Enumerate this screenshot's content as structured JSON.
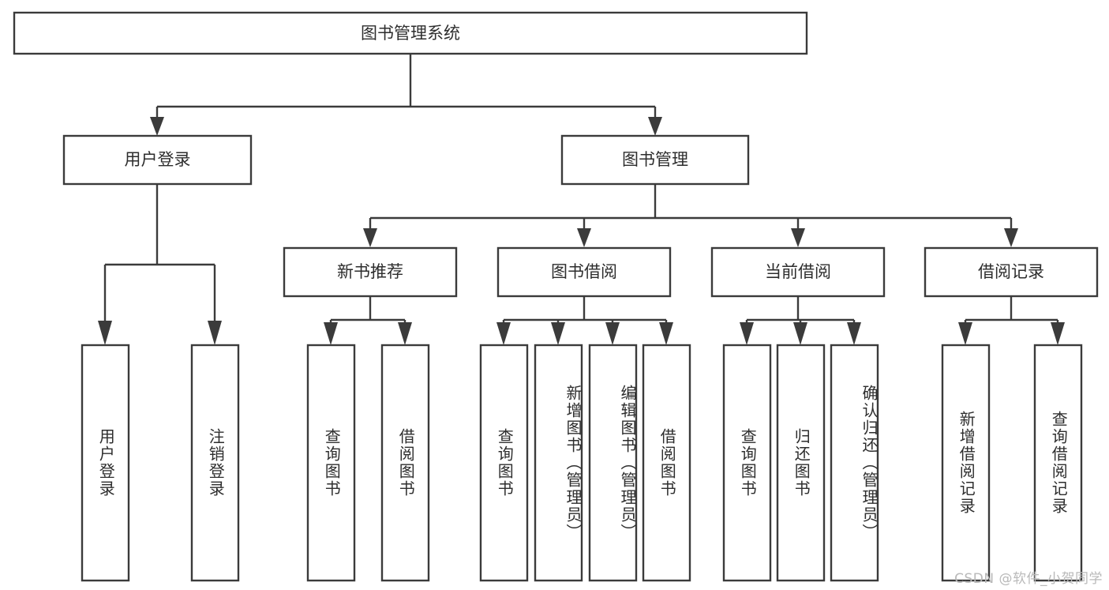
{
  "diagram": {
    "type": "tree-hierarchy-chart",
    "title": "图书管理系统",
    "orientation": "top-down",
    "colors": {
      "box_stroke": "#3b3b3b",
      "box_fill": "#ffffff",
      "connector": "#3b3b3b",
      "text": "#2d2d2d",
      "background": "#ffffff",
      "watermark": "#b9b9b9"
    },
    "levels": {
      "root": {
        "label": "图书管理系统"
      },
      "level2": [
        {
          "id": "user-login",
          "label": "用户登录"
        },
        {
          "id": "book-management",
          "label": "图书管理"
        }
      ],
      "level3": [
        {
          "id": "new-book-recommend",
          "label": "新书推荐"
        },
        {
          "id": "book-borrow",
          "label": "图书借阅"
        },
        {
          "id": "current-borrow",
          "label": "当前借阅"
        },
        {
          "id": "borrow-record",
          "label": "借阅记录"
        }
      ],
      "leaves": {
        "user_login": [
          {
            "id": "leaf-user-login",
            "label": "用户登录"
          },
          {
            "id": "leaf-logout-login",
            "label": "注销登录"
          }
        ],
        "new_book_recommend": [
          {
            "id": "leaf-query-book-1",
            "label": "查询图书"
          },
          {
            "id": "leaf-borrow-book-1",
            "label": "借阅图书"
          }
        ],
        "book_borrow": [
          {
            "id": "leaf-query-book-2",
            "label": "查询图书"
          },
          {
            "id": "leaf-add-book",
            "label": "新增图书（管理员）"
          },
          {
            "id": "leaf-edit-book",
            "label": "编辑图书（管理员）"
          },
          {
            "id": "leaf-borrow-book-2",
            "label": "借阅图书"
          }
        ],
        "current_borrow": [
          {
            "id": "leaf-query-book-3",
            "label": "查询图书"
          },
          {
            "id": "leaf-return-book",
            "label": "归还图书"
          },
          {
            "id": "leaf-confirm-return",
            "label": "确认归还（管理员）"
          }
        ],
        "borrow_record": [
          {
            "id": "leaf-add-record",
            "label": "新增借阅记录"
          },
          {
            "id": "leaf-query-record",
            "label": "查询借阅记录"
          }
        ]
      }
    }
  },
  "watermark": {
    "text": "CSDN @软件_小贺同学"
  }
}
